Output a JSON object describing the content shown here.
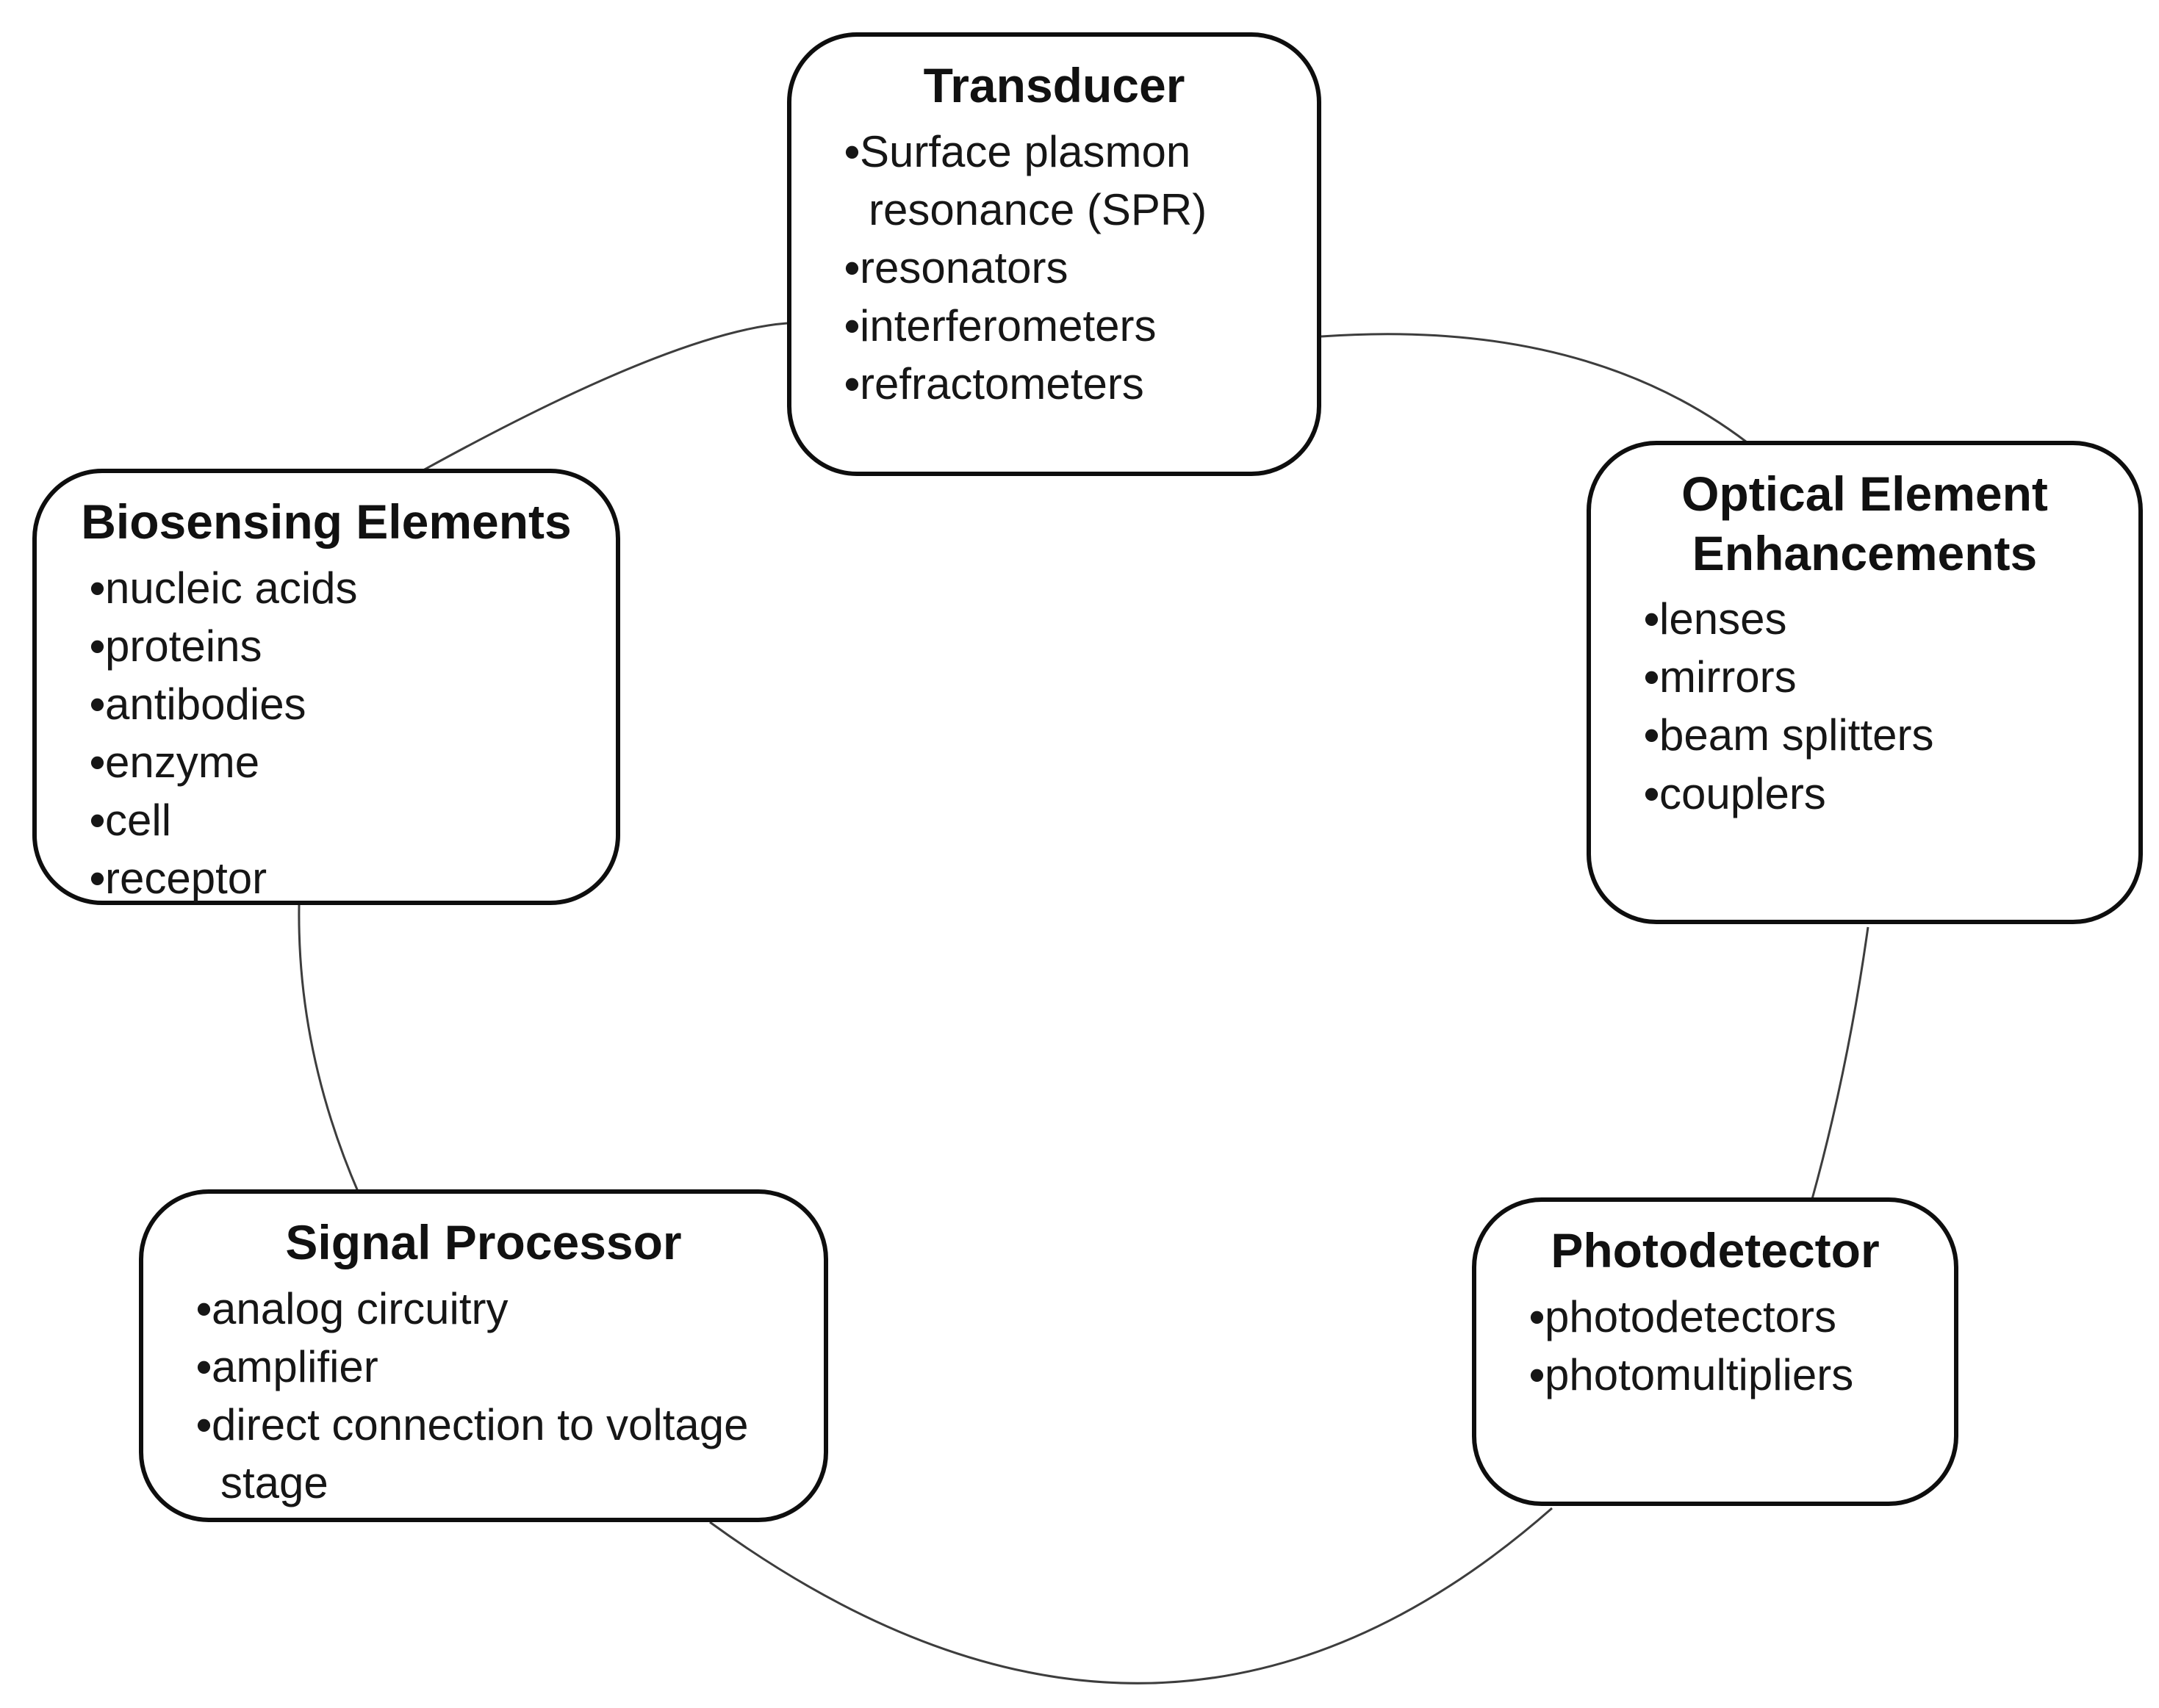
{
  "diagram": {
    "type": "cycle",
    "nodes": [
      {
        "id": "transducer",
        "title": "Transducer",
        "bullets": [
          "Surface plasmon resonance (SPR)",
          "resonators",
          "interferometers",
          "refractometers"
        ]
      },
      {
        "id": "optical-element-enhancements",
        "title": "Optical Element Enhancements",
        "bullets": [
          "lenses",
          "mirrors",
          "beam splitters",
          "couplers"
        ]
      },
      {
        "id": "photodetector",
        "title": "Photodetector",
        "bullets": [
          "photodetectors",
          "photomultipliers"
        ]
      },
      {
        "id": "signal-processor",
        "title": "Signal Processor",
        "bullets": [
          "analog circuitry",
          "amplifier",
          "direct connection to voltage stage"
        ]
      },
      {
        "id": "biosensing-elements",
        "title": "Biosensing Elements",
        "bullets": [
          "nucleic acids",
          "proteins",
          "antibodies",
          "enzyme",
          "cell",
          "receptor"
        ]
      }
    ],
    "colors": {
      "box_border": "#0e0e0e",
      "box_fill": "#ffffff",
      "arc_stroke": "#3d3d3d",
      "text": "#111111"
    }
  }
}
